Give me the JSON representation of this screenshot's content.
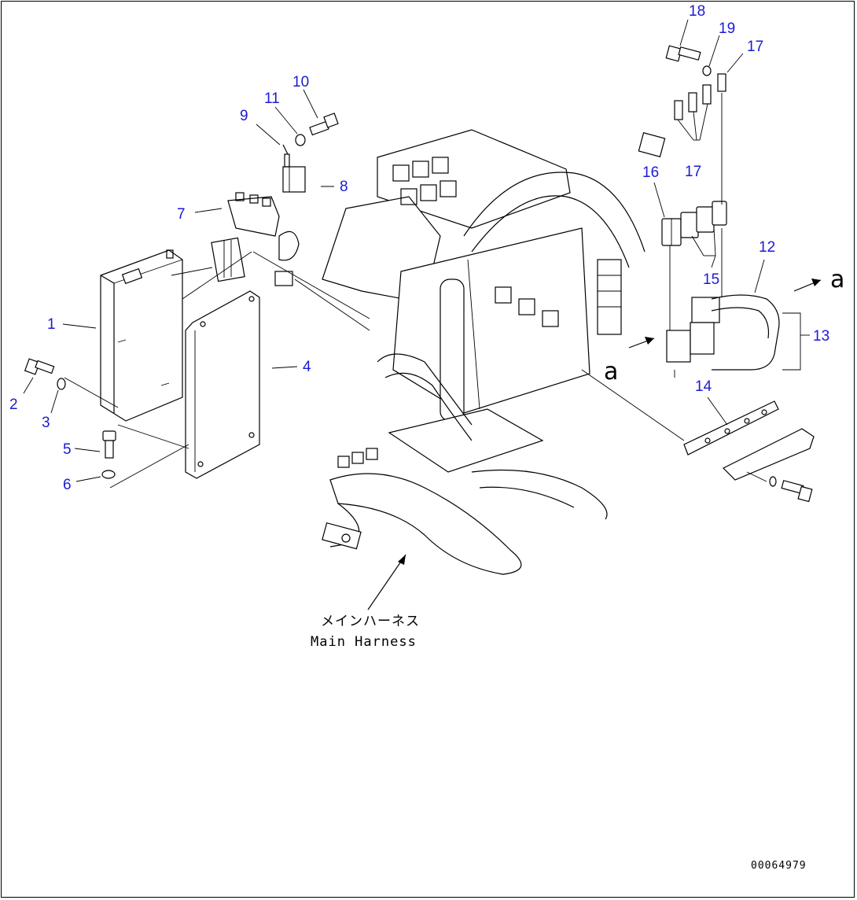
{
  "callouts": {
    "c1": "1",
    "c2": "2",
    "c3": "3",
    "c4": "4",
    "c5": "5",
    "c6": "6",
    "c7": "7",
    "c8": "8",
    "c9": "9",
    "c10": "10",
    "c11": "11",
    "c12": "12",
    "c13": "13",
    "c14": "14",
    "c15": "15",
    "c16": "16",
    "c17a": "17",
    "c17b": "17",
    "c18": "18",
    "c19": "19"
  },
  "view_markers": {
    "a_left": "a",
    "a_right": "a"
  },
  "caption": {
    "japanese": "メインハーネス",
    "english": "Main Harness"
  },
  "figure_id": "00064979",
  "colors": {
    "callout": "#1b1bd6",
    "line": "#000000",
    "background": "#ffffff"
  }
}
